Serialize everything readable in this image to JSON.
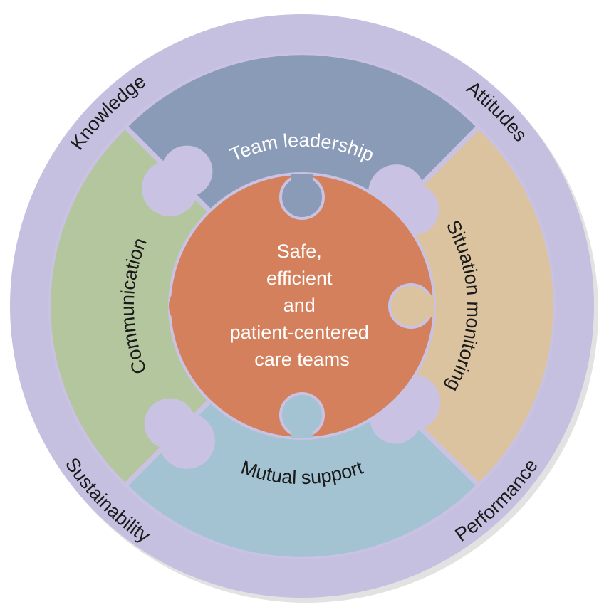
{
  "ring": {
    "labels": {
      "top_left": "Knowledge",
      "top_right": "Attitudes",
      "bottom_left": "Sustainability",
      "bottom_right": "Performance"
    },
    "color": "#c5bfe0"
  },
  "pieces": {
    "top": {
      "label": "Team leadership",
      "color": "#8a9bb8",
      "text_color": "#ffffff"
    },
    "right": {
      "label": "Situation monitoring",
      "color": "#dcc3a0",
      "text_color": "#1a1a1a"
    },
    "bottom": {
      "label": "Mutual support",
      "color": "#a3c2d2",
      "text_color": "#1a1a1a"
    },
    "left": {
      "label": "Communication",
      "color": "#b4c69d",
      "text_color": "#1a1a1a"
    }
  },
  "center": {
    "lines": [
      "Safe,",
      "efficient",
      "and",
      "patient-centered",
      "care teams"
    ],
    "color": "#d4805d"
  }
}
